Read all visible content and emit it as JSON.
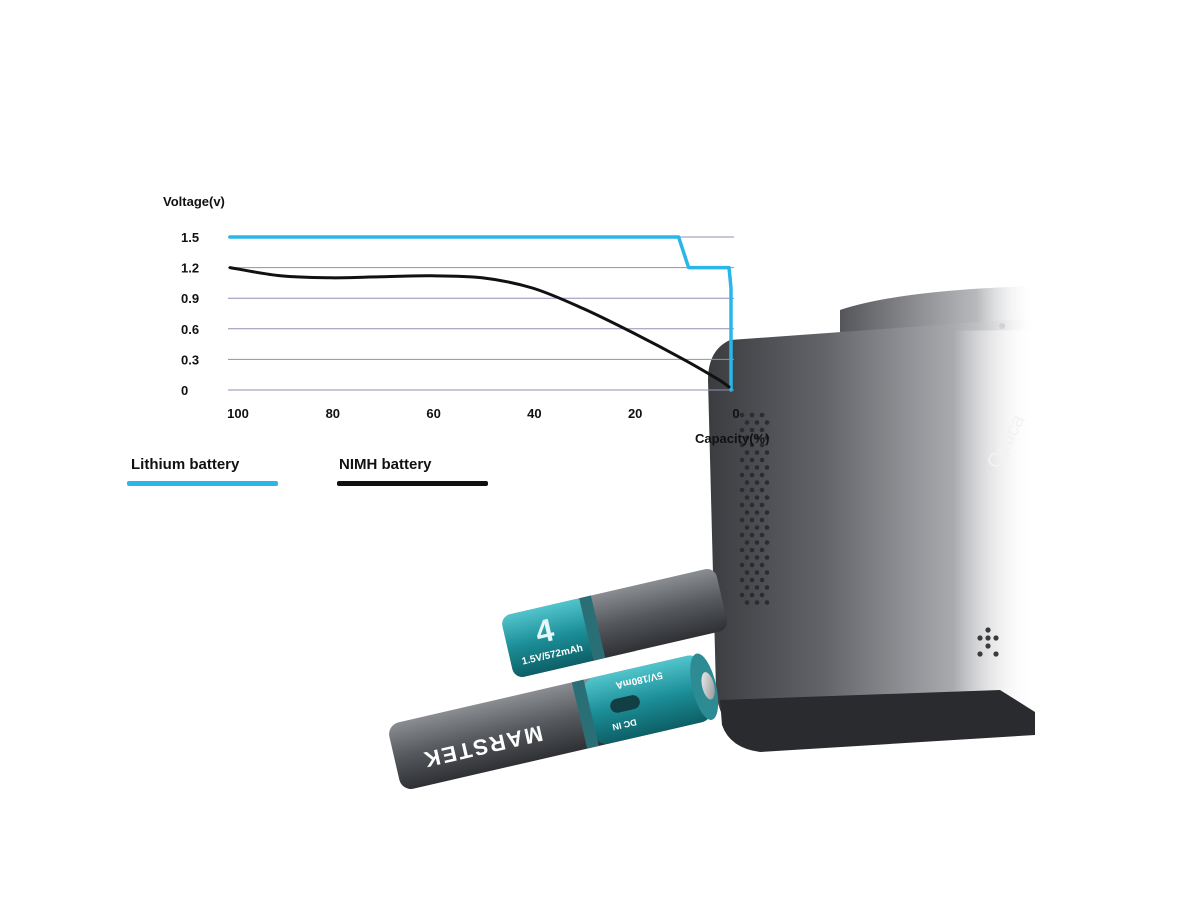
{
  "chart_data": {
    "type": "line",
    "ylabel": "Voltage(v)",
    "xlabel": "Capacity(%)",
    "x_ticks": [
      100,
      80,
      60,
      40,
      20,
      0
    ],
    "y_ticks": [
      1.5,
      1.2,
      0.9,
      0.6,
      0.3,
      0
    ],
    "xlim": [
      100,
      0
    ],
    "ylim": [
      0,
      1.5
    ],
    "x_reversed": true,
    "grid": true,
    "legend_position": "bottom-left",
    "series": [
      {
        "name": "Lithium battery",
        "color": "#29b6e8",
        "points": [
          [
            100,
            1.5
          ],
          [
            11,
            1.5
          ],
          [
            10,
            1.35
          ],
          [
            9,
            1.2
          ],
          [
            1,
            1.2
          ],
          [
            0.6,
            1.0
          ],
          [
            0.6,
            0
          ]
        ]
      },
      {
        "name": "NIMH battery",
        "color": "#111111",
        "points": [
          [
            100,
            1.2
          ],
          [
            90,
            1.12
          ],
          [
            80,
            1.1
          ],
          [
            70,
            1.11
          ],
          [
            60,
            1.12
          ],
          [
            50,
            1.1
          ],
          [
            40,
            1.0
          ],
          [
            30,
            0.8
          ],
          [
            20,
            0.56
          ],
          [
            10,
            0.3
          ],
          [
            3,
            0.1
          ],
          [
            1,
            0.03
          ]
        ]
      }
    ]
  },
  "legend": {
    "lithium_label": "Lithium battery",
    "nimh_label": "NIMH battery"
  },
  "battery": {
    "front_capacity": "1.5V/572mAh",
    "back_spec": "5V/180mA",
    "back_port": "DC IN",
    "brand": "MARSTEK"
  },
  "camera": {
    "lens_text": "Optica"
  }
}
